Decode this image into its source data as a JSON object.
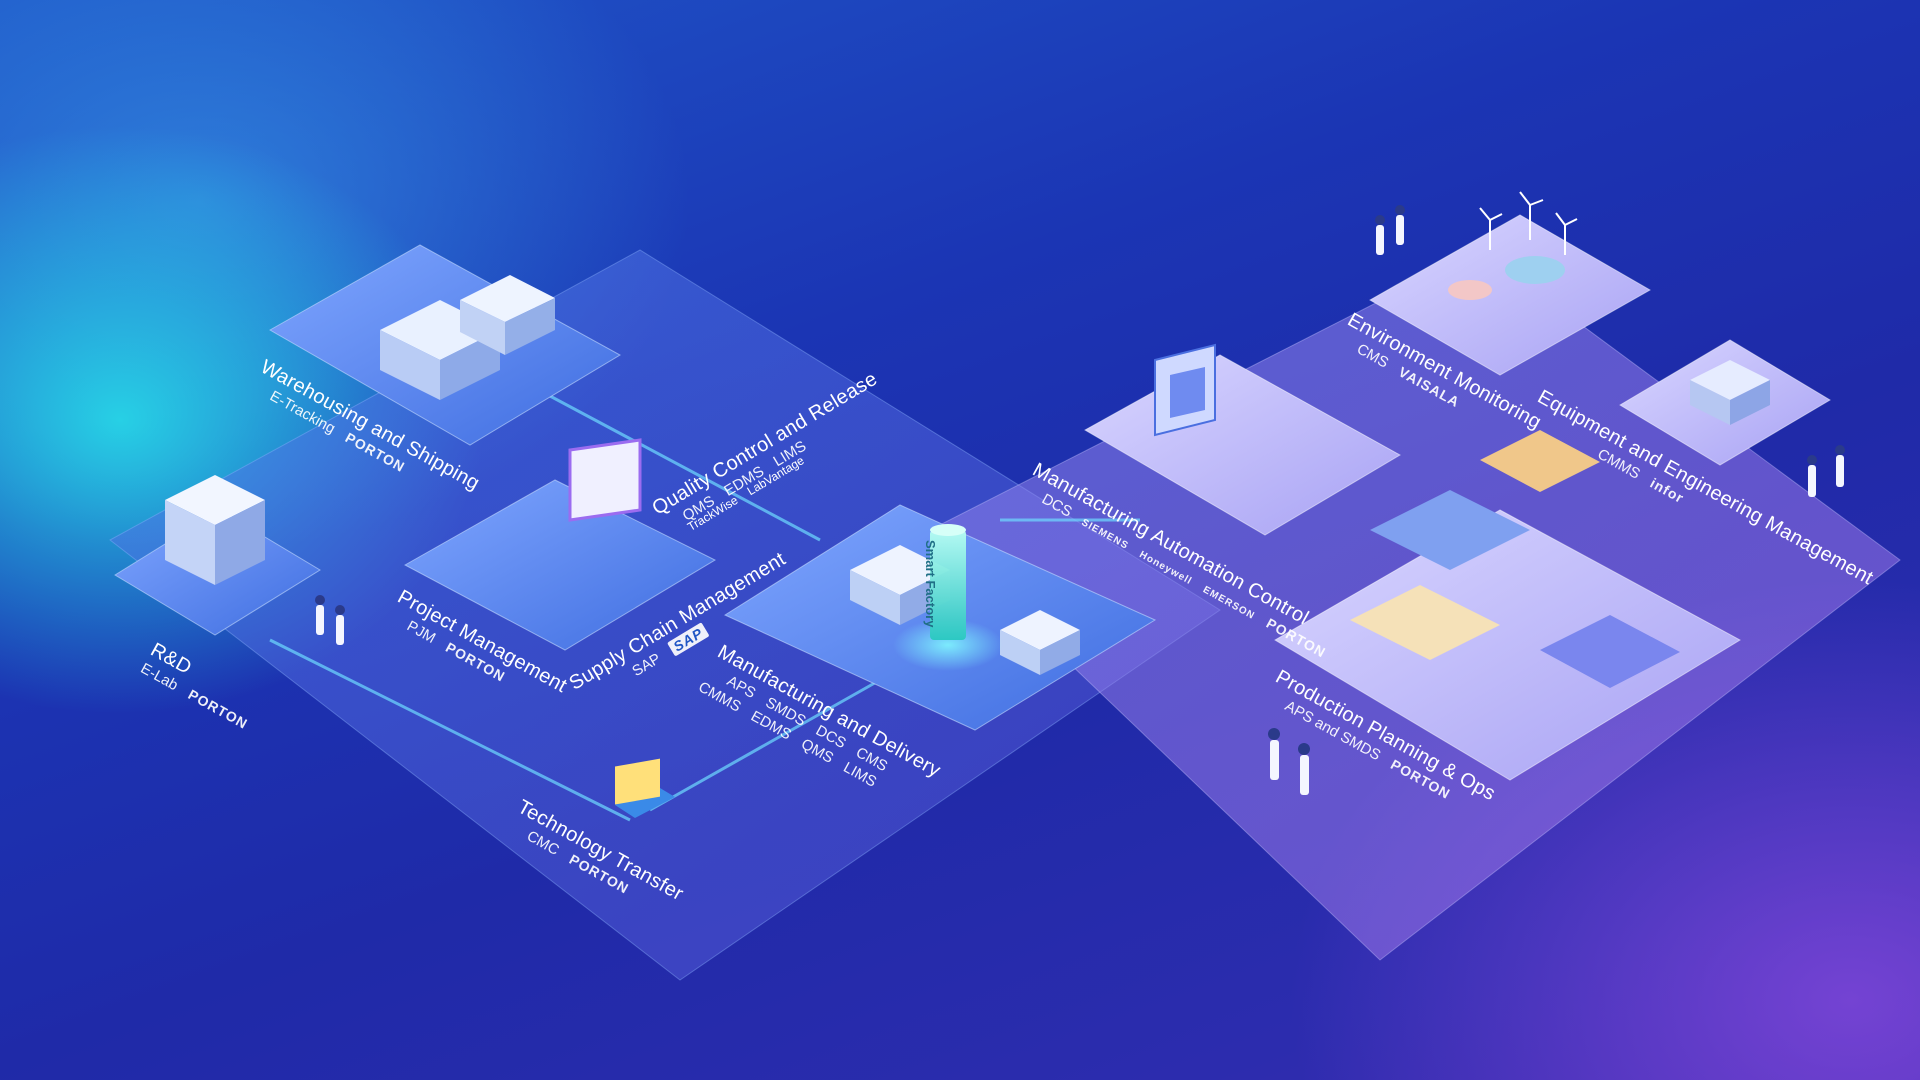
{
  "modules": [
    {
      "id": "warehousing",
      "title": "Warehousing and Shipping",
      "subs": [
        "E-Tracking"
      ],
      "brand": "PORTON"
    },
    {
      "id": "quality",
      "title": "Quality Control and Release",
      "subs": [
        "QMS",
        "EDMS",
        "LIMS"
      ],
      "brand": ""
    },
    {
      "id": "project",
      "title": "Project Management",
      "subs": [
        "PJM"
      ],
      "brand": "PORTON"
    },
    {
      "id": "supply",
      "title": "Supply Chain Management",
      "subs": [
        "SAP"
      ],
      "brand": "SAP"
    },
    {
      "id": "rnd",
      "title": "R&D",
      "subs": [
        "E-Lab"
      ],
      "brand": "PORTON"
    },
    {
      "id": "manufacturing",
      "title": "Manufacturing and Delivery",
      "subs": [
        "APS",
        "SMDS",
        "DCS",
        "CMS"
      ],
      "subs2": [
        "CMMS",
        "EDMS",
        "QMS",
        "LIMS"
      ],
      "brand": ""
    },
    {
      "id": "techtransfer",
      "title": "Technology Transfer",
      "subs": [
        "CMC"
      ],
      "brand": "PORTON"
    },
    {
      "id": "automation",
      "title": "Manufacturing Automation Control",
      "subs": [
        "DCS"
      ],
      "vendors": [
        "SIEMENS",
        "Honeywell",
        "EMERSON"
      ],
      "brand": "PORTON"
    },
    {
      "id": "environment",
      "title": "Environment Monitoring",
      "subs": [
        "CMS"
      ],
      "brand": "VAISALA"
    },
    {
      "id": "equipment",
      "title": "Equipment and Engineering Management",
      "subs": [
        "CMMS"
      ],
      "brand": "infor"
    },
    {
      "id": "production",
      "title": "Production Planning & Ops",
      "subs": [
        "APS and SMDS"
      ],
      "brand": "PORTON"
    }
  ],
  "quality_logos": [
    "TrackWise",
    "LabVantage"
  ],
  "tower_label": "Smart Factory",
  "colors": {
    "accent_cyan": "#4fe3ff",
    "platform_blue": "#5d8af0",
    "platform_violet": "#a9a5f2"
  }
}
